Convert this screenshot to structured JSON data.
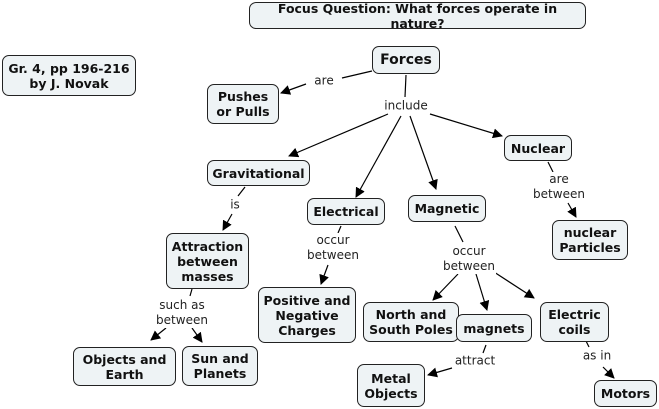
{
  "map": {
    "focus_question": "Focus Question: What forces operate in nature?",
    "credit": "Gr. 4, pp 196-216\nby J. Novak",
    "concepts": {
      "forces": "Forces",
      "pushes": "Pushes\nor  Pulls",
      "gravitational": "Gravitational",
      "electrical": "Electrical",
      "magnetic": "Magnetic",
      "nuclear": "Nuclear",
      "nuclear_particles": "nuclear\nParticles",
      "attraction": "Attraction\nbetween\nmasses",
      "charges": "Positive and\nNegative\nCharges",
      "poles": "North and\nSouth Poles",
      "magnets": "magnets",
      "coils": "Electric\ncoils",
      "objects_earth": "Objects and\nEarth",
      "sun_planets": "Sun and\nPlanets",
      "metal": "Metal\nObjects",
      "motors": "Motors"
    },
    "linking_phrases": {
      "are": "are",
      "include": "include",
      "is": "is",
      "occur_between_1": "occur\nbetween",
      "occur_between_2": "occur\nbetween",
      "are_between": "are\nbetween",
      "such_as_between": "such as\nbetween",
      "attract": "attract",
      "as_in": "as in"
    }
  }
}
